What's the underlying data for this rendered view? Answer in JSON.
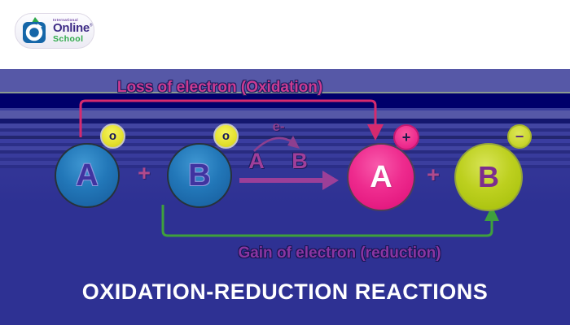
{
  "logo": {
    "tagline": "International",
    "name": "Online",
    "reg": "®",
    "sub": "School"
  },
  "diagram": {
    "oxidation_label": "Loss of electron (Oxidation)",
    "reduction_label": "Gain of electron (reduction)",
    "electron_label": "e-",
    "transfer_from": "A",
    "transfer_to": "B",
    "plus_left": "+",
    "plus_right": "+",
    "reactant_a": {
      "letter": "A",
      "electron": "o"
    },
    "reactant_b": {
      "letter": "B",
      "electron": "o"
    },
    "product_a": {
      "letter": "A",
      "charge": "+"
    },
    "product_b": {
      "letter": "B",
      "charge": "−"
    }
  },
  "title": "OXIDATION-REDUCTION REACTIONS",
  "colors": {
    "background": "#2e3193",
    "band_purple": "#5658a7",
    "band_navy": "#00006b",
    "oxidation_arrow": "#d62a6e",
    "reduction_arrow": "#3fa03c",
    "reactant_circle": "#2277b8",
    "oxidized_circle": "#ee2b8e",
    "reduced_circle": "#bdd01f",
    "electron_badge": "#e5e232",
    "transfer_text": "#8d3f8f",
    "title_text": "#ffffff"
  }
}
